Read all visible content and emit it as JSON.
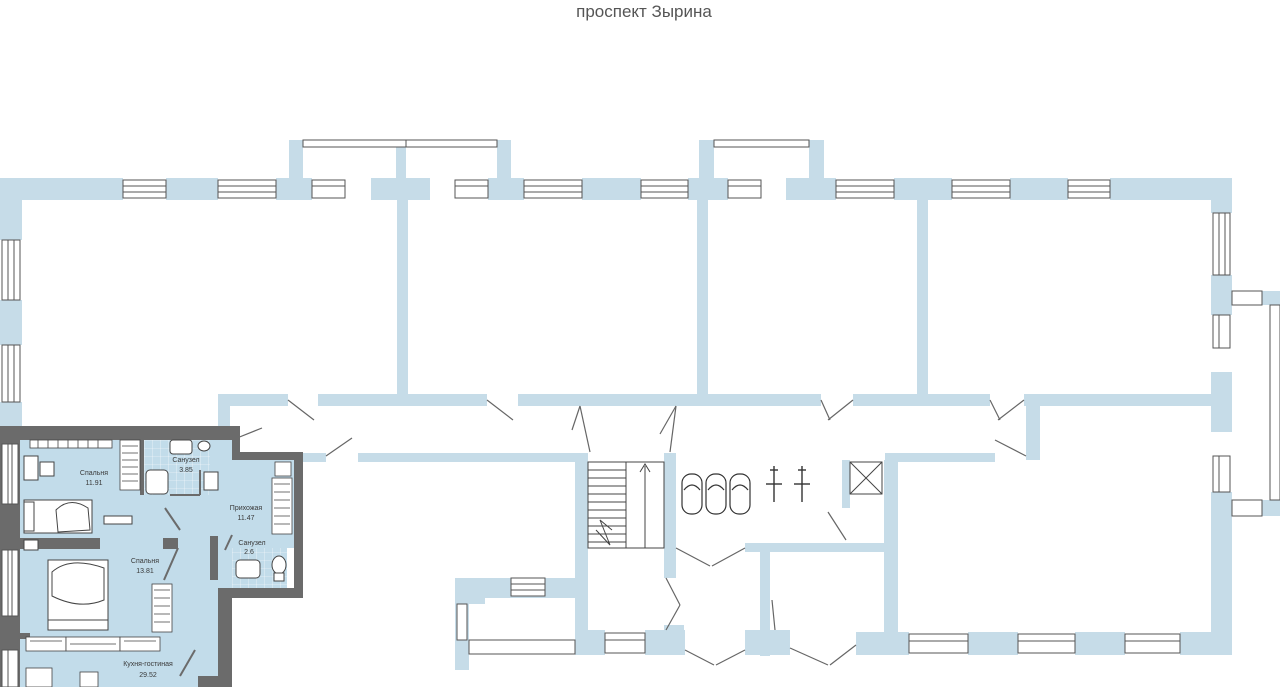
{
  "street": "проспект Зырина",
  "colors": {
    "wall": "#c6dce8",
    "apartment_wall": "#6b6b6b",
    "apartment_fill": "#c2dcea",
    "window": "#555555",
    "furniture": "#444444"
  },
  "apartment": {
    "rooms": [
      {
        "name": "Спальня",
        "area": "11.91"
      },
      {
        "name": "Санузел",
        "area": "3.85"
      },
      {
        "name": "Прихожая",
        "area": "11.47"
      },
      {
        "name": "Санузел",
        "area": "2.6"
      },
      {
        "name": "Спальня",
        "area": "13.81"
      },
      {
        "name": "Кухня-гостиная",
        "area": "29.52"
      }
    ]
  },
  "icons": [
    "staircase-icon",
    "elevator-icon",
    "stroller-icon",
    "bicycle-icon",
    "wardrobe-icon",
    "bed-icon",
    "toilet-icon",
    "bathtub-icon",
    "sink-icon",
    "sofa-icon",
    "desk-icon"
  ]
}
